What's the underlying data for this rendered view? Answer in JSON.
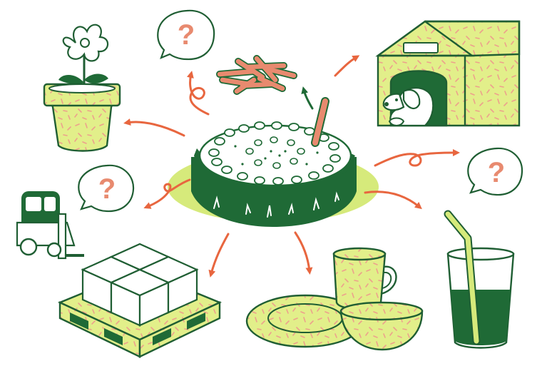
{
  "title": "",
  "colors": {
    "dark_green": "#1f6a36",
    "lime": "#d6ea7b",
    "lime_light": "#e4f08f",
    "orange": "#e8663f",
    "salmon": "#e88a6f",
    "sprinkle": "#eda18c",
    "outline": "#1f5e33",
    "white": "#ffffff"
  },
  "question_bubbles": [
    {
      "id": "top",
      "text": "?"
    },
    {
      "id": "left",
      "text": "?"
    },
    {
      "id": "right",
      "text": "?"
    }
  ],
  "center": {
    "icon": "sawn-stalk-cross-section-icon"
  },
  "products": [
    {
      "id": "flower-pot",
      "icon": "flower-pot-icon"
    },
    {
      "id": "sticks",
      "icon": "fiber-sticks-icon"
    },
    {
      "id": "dog-house",
      "icon": "dog-house-icon"
    },
    {
      "id": "pallet",
      "icon": "pallet-with-boxes-icon"
    },
    {
      "id": "forklift",
      "icon": "forklift-icon"
    },
    {
      "id": "tableware",
      "icon": "plate-cup-bowl-icon"
    },
    {
      "id": "straw-drink",
      "icon": "drinking-straw-glass-icon"
    }
  ]
}
